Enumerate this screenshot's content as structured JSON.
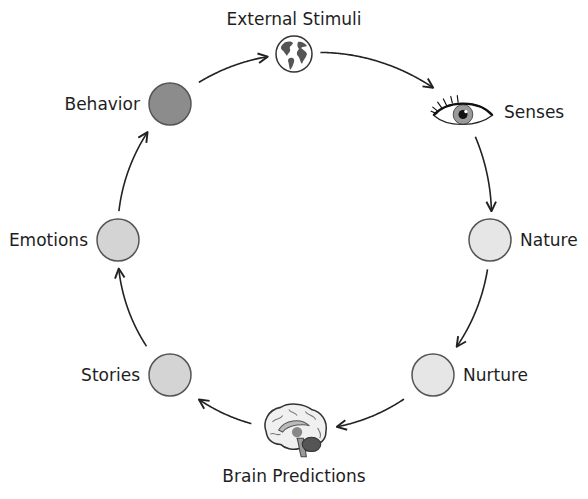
{
  "diagram": {
    "nodes": [
      {
        "text": [
          "External Stimuli"
        ]
      },
      {
        "text": [
          "Senses"
        ]
      },
      {
        "text": [
          "Nature"
        ]
      },
      {
        "text": [
          "Nurture"
        ]
      },
      {
        "text": [
          "Brain Predictions"
        ]
      },
      {
        "text": [
          "Stories"
        ]
      },
      {
        "text": [
          "Emotions"
        ]
      },
      {
        "text": [
          "Behavior"
        ]
      }
    ],
    "edges": [
      {
        "from": 0,
        "to": 1,
        "arrow": "to"
      },
      {
        "from": 1,
        "to": 2,
        "arrow": "to"
      },
      {
        "from": 2,
        "to": 3,
        "arrow": "to"
      },
      {
        "from": 3,
        "to": 4,
        "arrow": "to"
      },
      {
        "from": 4,
        "to": 5,
        "arrow": "to"
      },
      {
        "from": 5,
        "to": 6,
        "arrow": "to"
      },
      {
        "from": 6,
        "to": 7,
        "arrow": "to"
      },
      {
        "from": 7,
        "to": 0,
        "arrow": "to"
      }
    ]
  }
}
